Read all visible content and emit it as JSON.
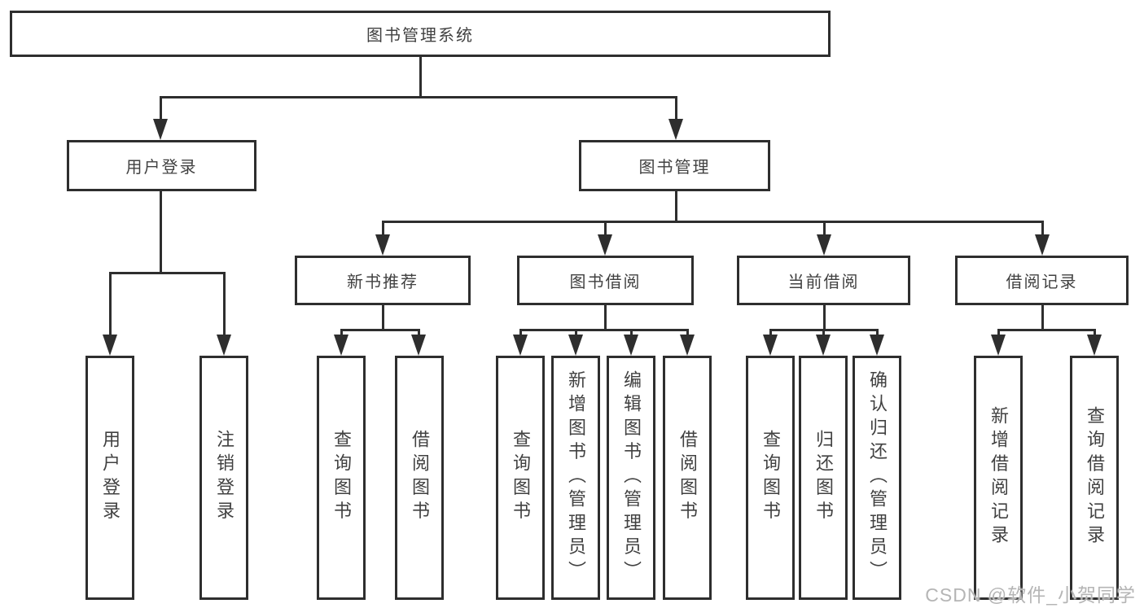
{
  "colors": {
    "line": "#2e2e2e",
    "node_text": "#414141",
    "watermark": "#b5b5b5",
    "background": "#ffffff"
  },
  "watermark": "CSDN @软件_小贺同学",
  "diagram": {
    "root": "图书管理系统",
    "branches": [
      {
        "label": "用户登录",
        "children": [
          "用户登录",
          "注销登录"
        ]
      },
      {
        "label": "图书管理",
        "groups": [
          {
            "label": "新书推荐",
            "children": [
              "查询图书",
              "借阅图书"
            ]
          },
          {
            "label": "图书借阅",
            "children": [
              "查询图书",
              "新增图书（管理员）",
              "编辑图书（管理员）",
              "借阅图书"
            ]
          },
          {
            "label": "当前借阅",
            "children": [
              "查询图书",
              "归还图书",
              "确认归还（管理员）"
            ]
          },
          {
            "label": "借阅记录",
            "children": [
              "新增借阅记录",
              "查询借阅记录"
            ]
          }
        ]
      }
    ]
  }
}
